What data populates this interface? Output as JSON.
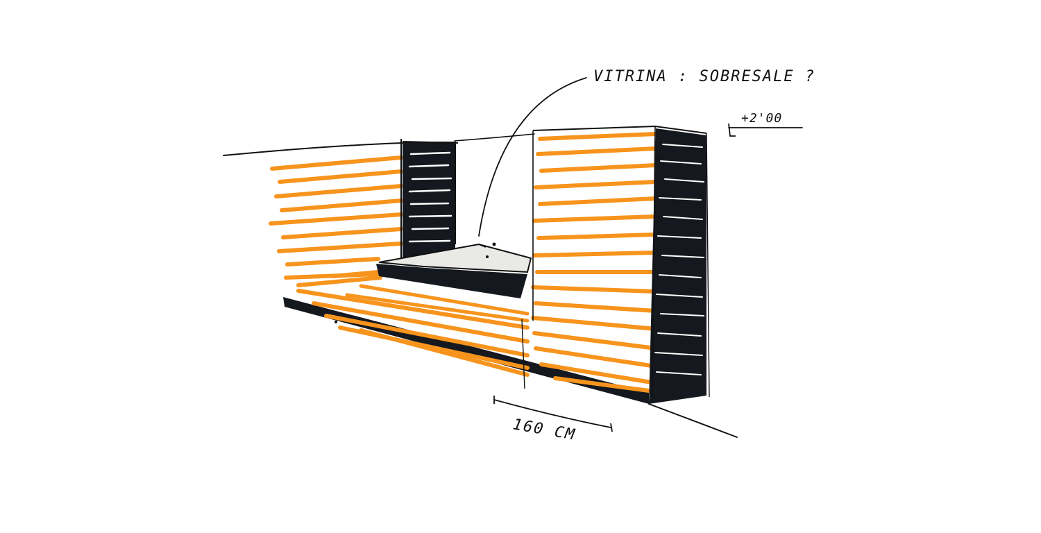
{
  "annotations": {
    "vitrina": "VITRINA : SOBRESALE ?",
    "height": "+2'00",
    "width": "160 CM"
  },
  "colors": {
    "background": "#ffffff",
    "ink": "#111111",
    "orange": "#f7941d",
    "dark": "#15191f",
    "seat_top": "#e9e9e6"
  }
}
